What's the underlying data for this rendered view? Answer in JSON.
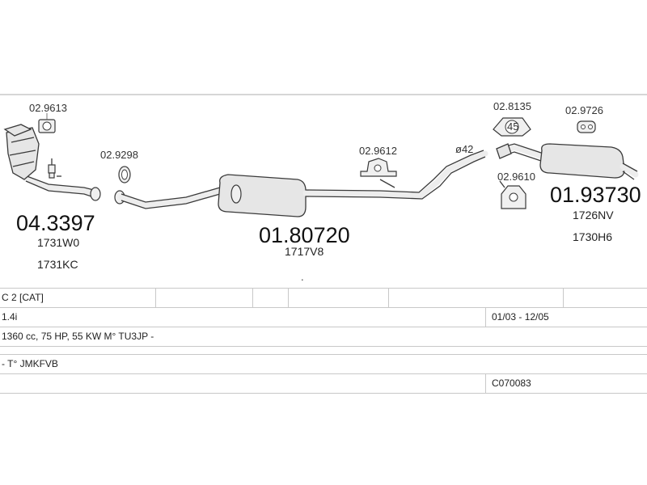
{
  "diagram": {
    "parts": {
      "cat_gasket": "02.9613",
      "catalyst_main": "04.3397",
      "catalyst_ref1": "1731W0",
      "catalyst_ref2": "1731KC",
      "front_ring": "02.9298",
      "center_muffler_main": "01.80720",
      "center_muffler_ref": "1717V8",
      "center_hanger": "02.9612",
      "pipe_diameter": "ø42",
      "rear_clamp": "02.8135",
      "clamp_size": "45",
      "rear_rubber": "02.9726",
      "rear_bracket": "02.9610",
      "rear_muffler_main": "01.93730",
      "rear_muffler_ref1": "1726NV",
      "rear_muffler_ref2": "1730H6"
    }
  },
  "info": {
    "row1_model": "C 2  [CAT]",
    "row2_engine": "1.4i",
    "row2_dates": "01/03 - 12/05",
    "row3_spec": "1360 cc, 75 HP, 55 KW M° TU3JP -",
    "row4_type": "- T° JMKFVB",
    "row5_code": "C070083"
  }
}
